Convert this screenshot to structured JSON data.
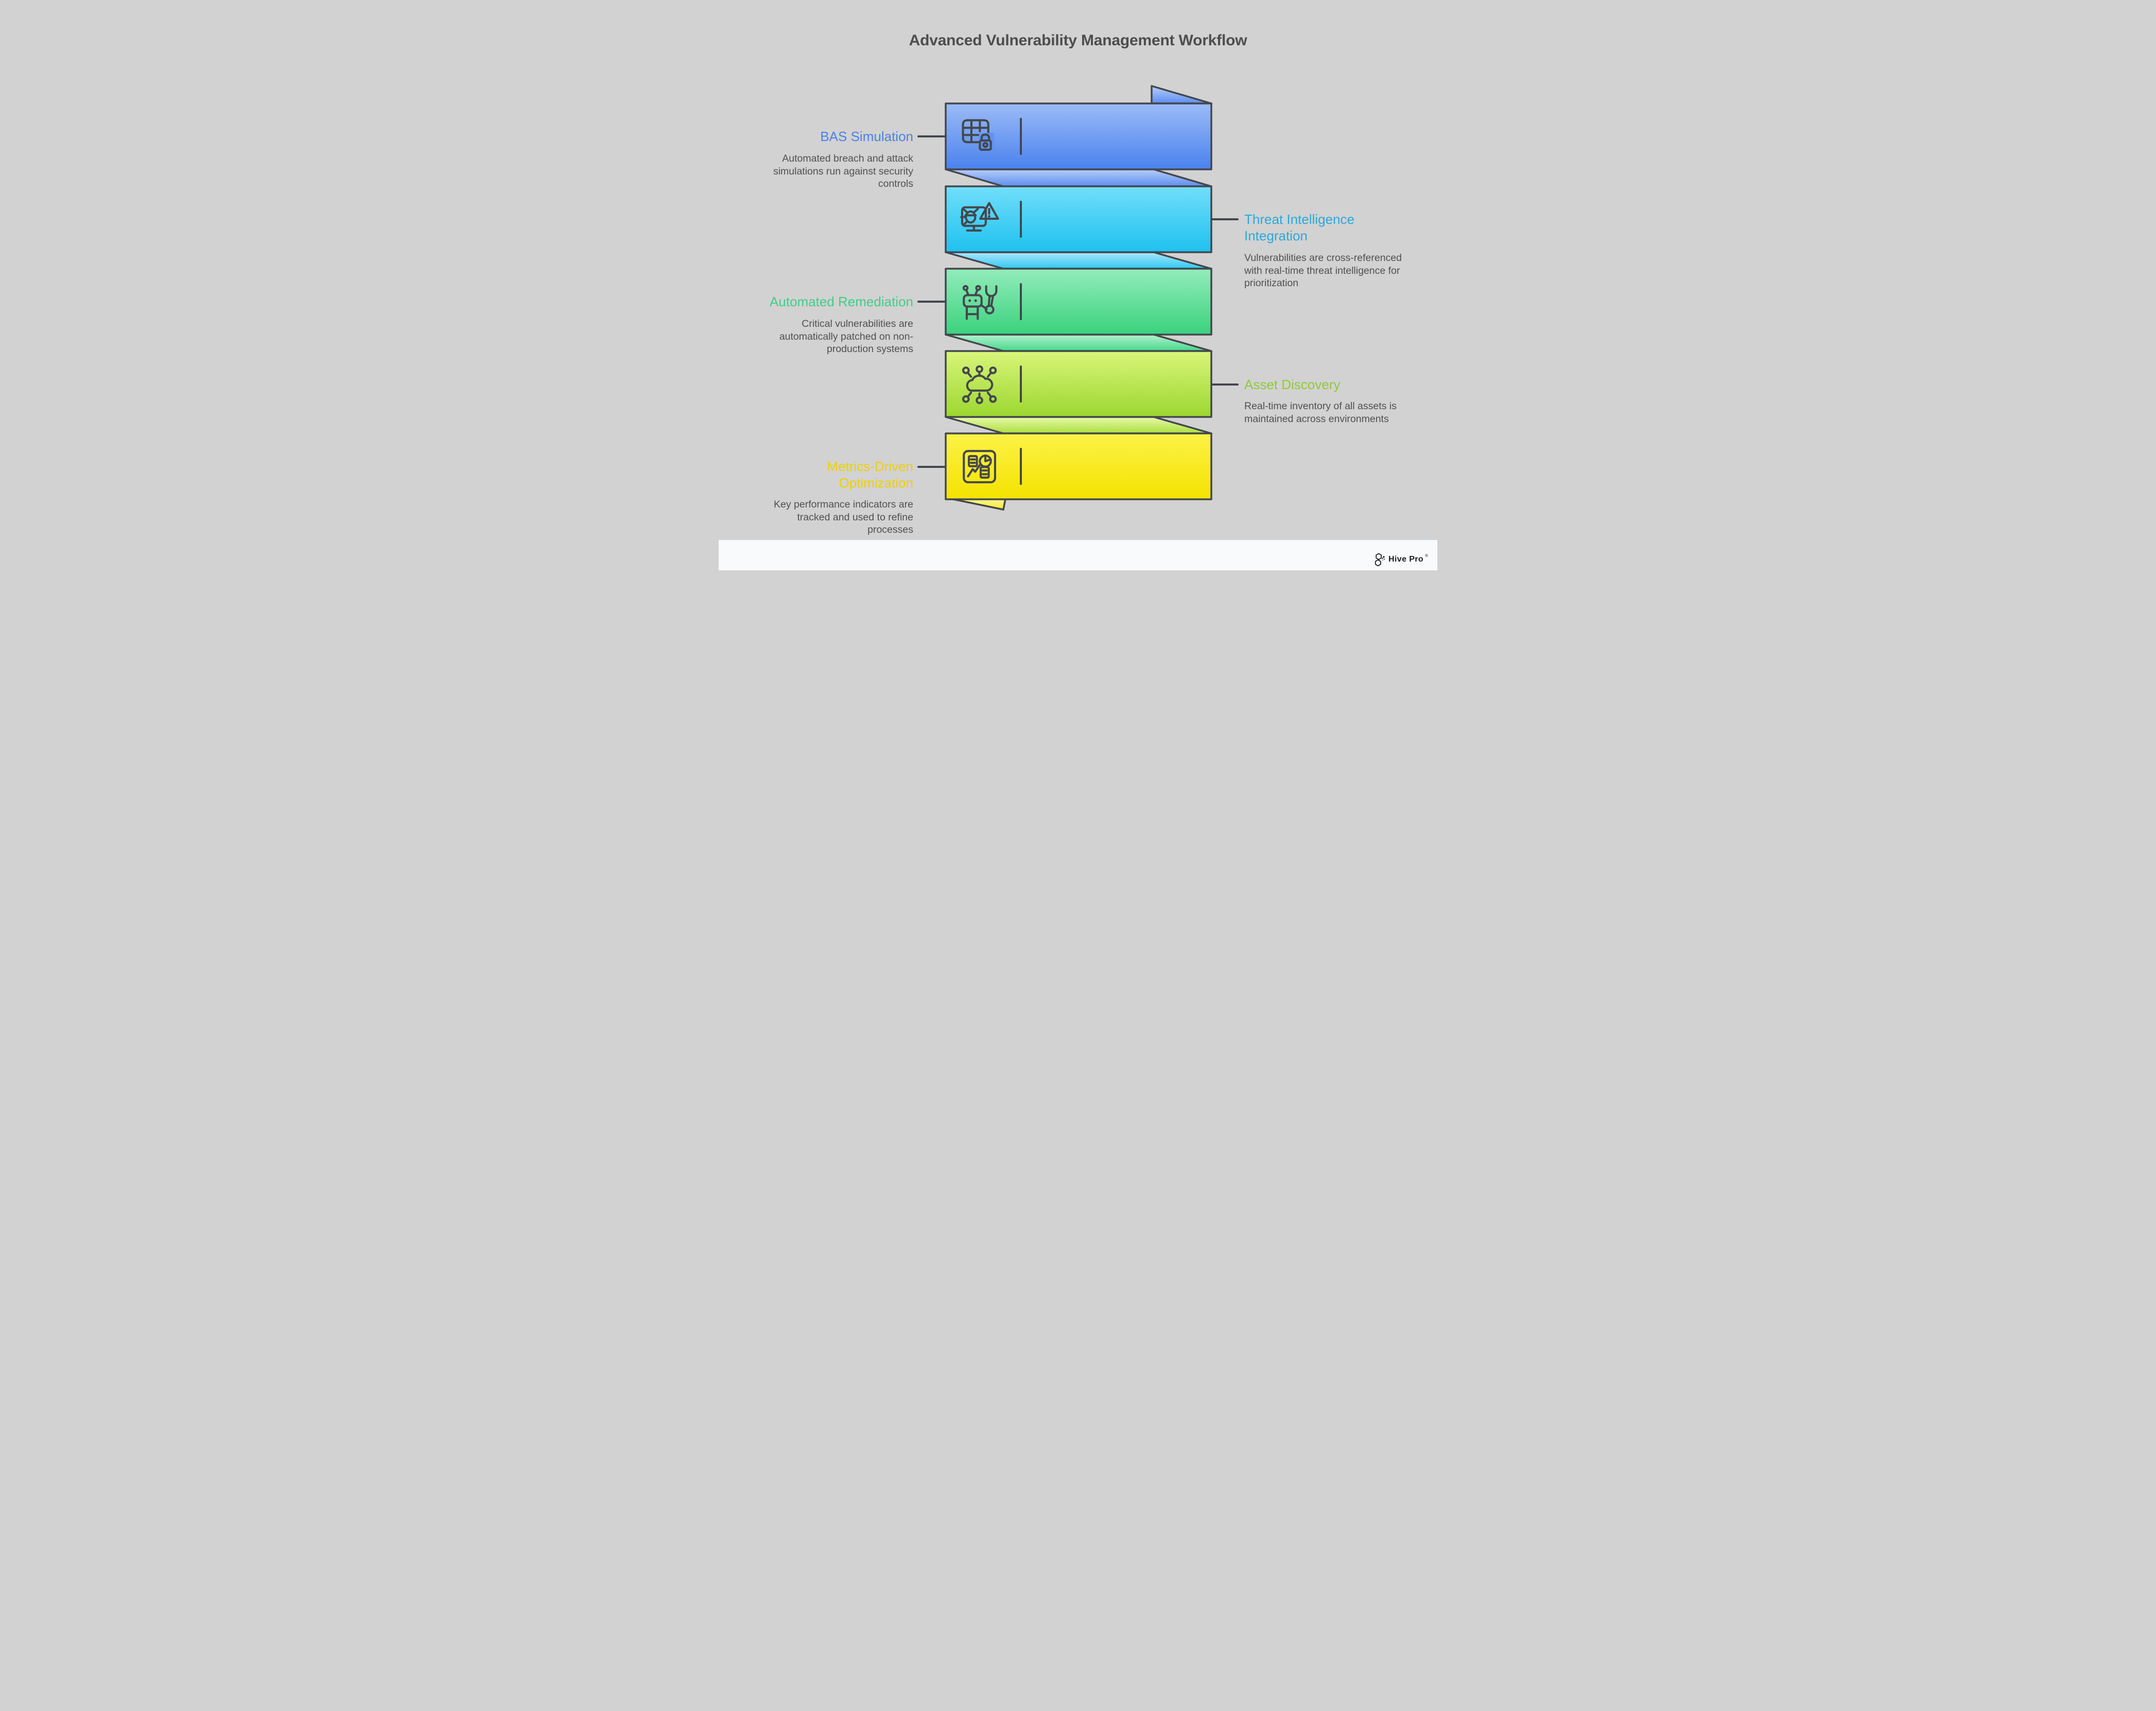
{
  "title": "Advanced Vulnerability Management Workflow",
  "colors": {
    "background": "#d2d2d2",
    "footer_bg": "#f8fafb",
    "outline": "#44474d",
    "title": "#4d4d4d",
    "description": "#505050"
  },
  "steps": [
    {
      "label": "BAS Simulation",
      "desc": "Automated breach and attack simulations run against security controls",
      "side": "left",
      "color": "#4b80e8",
      "band_top": "#9cbbf6",
      "band_bottom": "#4a82ee",
      "fold_top": "#b6cdf9",
      "fold_bottom": "#5d8ef1",
      "patch": "#6192f0",
      "icon": "grid-lock-icon"
    },
    {
      "label": "Threat Intelligence Integration",
      "desc": "Vulnerabilities are cross-referenced with real-time threat intelligence for prioritization",
      "side": "right",
      "color": "#29a9dd",
      "band_top": "#72defa",
      "band_bottom": "#1fc1ef",
      "fold_top": "#abe8fc",
      "fold_bottom": "#2fc7f2",
      "patch": "#4ad2f5",
      "icon": "bug-alert-icon"
    },
    {
      "label": "Automated Remediation",
      "desc": "Critical vulnerabilities are automatically patched on non-production systems",
      "side": "left",
      "color": "#3fce8a",
      "band_top": "#93ecba",
      "band_bottom": "#3bd27e",
      "fold_top": "#b4f2d0",
      "fold_bottom": "#44d788",
      "icon": "robot-wrench-icon"
    },
    {
      "label": "Asset Discovery",
      "desc": "Real-time inventory of all assets is maintained across environments",
      "side": "right",
      "color": "#90c83c",
      "band_top": "#d9f57a",
      "band_bottom": "#9cd730",
      "fold_top": "#e9f9ac",
      "fold_bottom": "#abdf3f",
      "icon": "cloud-network-icon"
    },
    {
      "label": "Metrics-Driven Optimization",
      "desc": "Key performance indicators are tracked and used to refine processes",
      "side": "left",
      "color": "#edd103",
      "band_top": "#fcf247",
      "band_bottom": "#f4e300",
      "fold_top": "#fdf79c",
      "fold_bottom": "#f9ea25",
      "icon": "kpi-dashboard-icon"
    }
  ],
  "footer": {
    "brand": "Hive Pro",
    "reg": "®"
  }
}
